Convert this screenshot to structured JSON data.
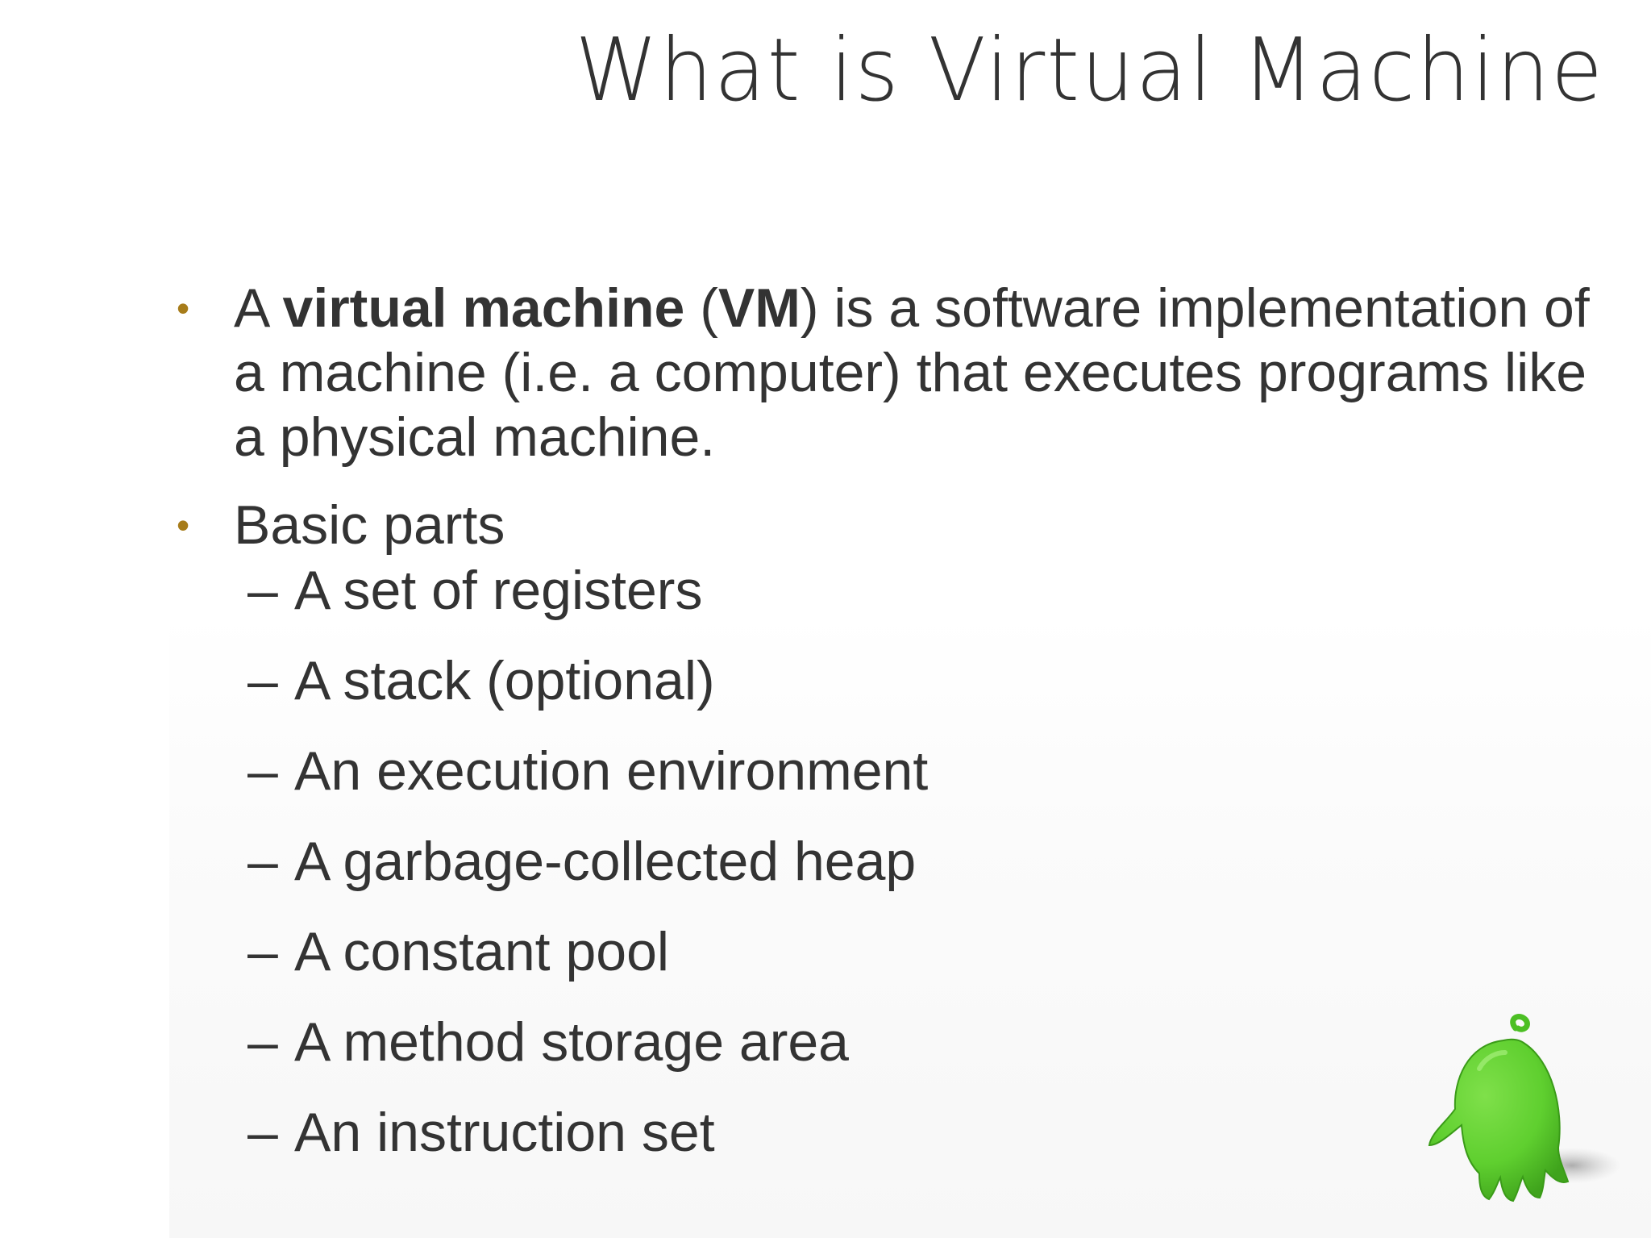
{
  "slide": {
    "title": "What is Virtual Machine",
    "bullets": [
      {
        "prefix": "A ",
        "bold1": "virtual machine",
        "mid": " (",
        "bold2": "VM",
        "rest": ") is a software implementation of a machine (i.e. a computer) that executes programs like a physical machine."
      },
      {
        "text": "Basic parts"
      }
    ],
    "sub_items": [
      "A set of registers",
      "A stack (optional)",
      "An execution environment",
      "A garbage-collected heap",
      "A constant pool",
      "A method storage area",
      "An instruction set"
    ],
    "dash": "–",
    "bullet_symbol": "•"
  },
  "colors": {
    "bullet_dot": "#a77c1a",
    "text": "#333333",
    "mascot_green": "#5fcf2f"
  },
  "icons": {
    "mascot": "green-monster-mascot-icon"
  }
}
